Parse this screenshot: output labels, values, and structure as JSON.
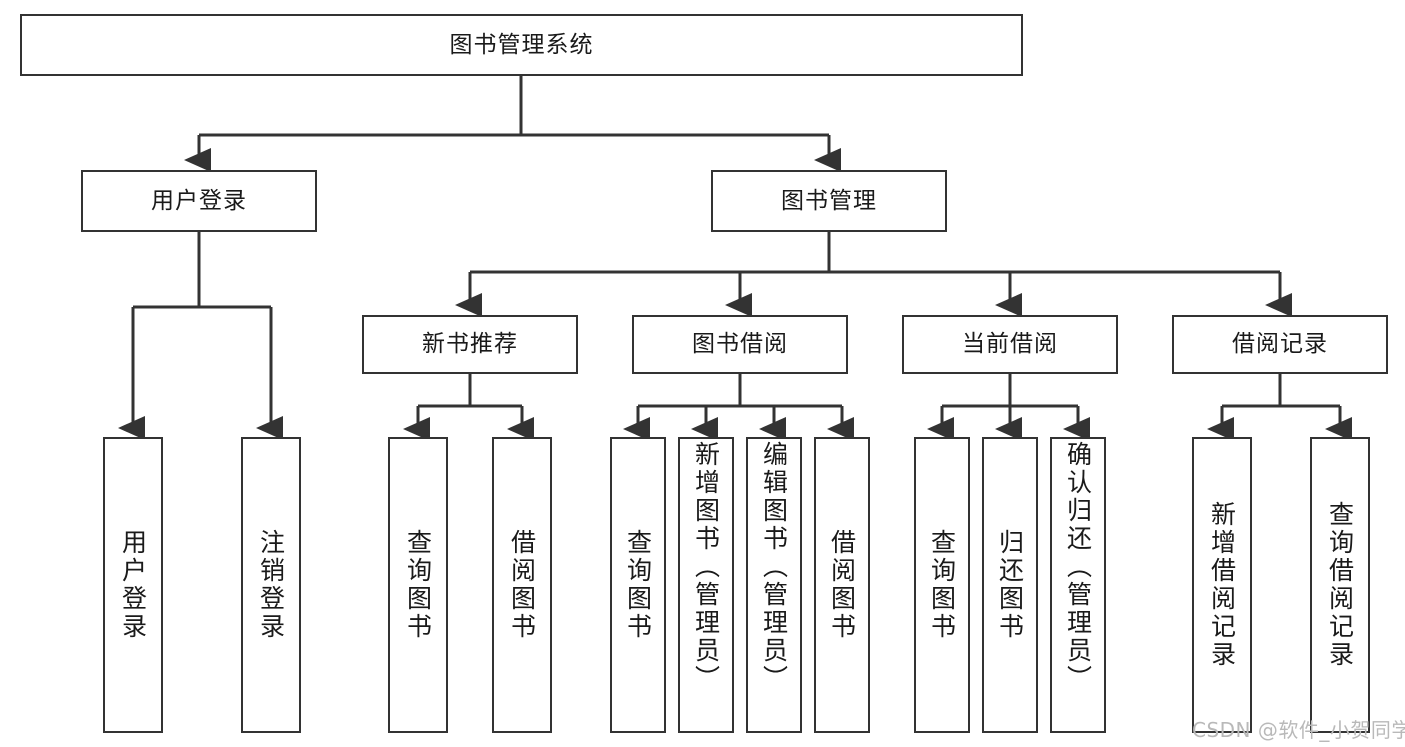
{
  "diagram": {
    "title": "图书管理系统",
    "type": "hierarchy-tree",
    "watermark": "CSDN @软件_小贺同学",
    "colors": {
      "box_stroke": "#333333",
      "box_fill": "#ffffff",
      "connector": "#333333",
      "text": "#1a1a1a",
      "watermark": "#b9b9b9",
      "background": "#ffffff"
    },
    "levels": {
      "root": {
        "label": "图书管理系统"
      },
      "level2": [
        {
          "label": "用户登录"
        },
        {
          "label": "图书管理"
        }
      ],
      "level3": [
        {
          "label": "新书推荐"
        },
        {
          "label": "图书借阅"
        },
        {
          "label": "当前借阅"
        },
        {
          "label": "借阅记录"
        }
      ],
      "leaves": {
        "user_login": [
          {
            "label": "用户登录"
          },
          {
            "label": "注销登录"
          }
        ],
        "new_book_recommend": [
          {
            "label": "查询图书"
          },
          {
            "label": "借阅图书"
          }
        ],
        "book_borrow": [
          {
            "label": "查询图书"
          },
          {
            "label": "新增图书（管理员）"
          },
          {
            "label": "编辑图书（管理员）"
          },
          {
            "label": "借阅图书"
          }
        ],
        "current_borrow": [
          {
            "label": "查询图书"
          },
          {
            "label": "归还图书"
          },
          {
            "label": "确认归还（管理员）"
          }
        ],
        "borrow_record": [
          {
            "label": "新增借阅记录"
          },
          {
            "label": "查询借阅记录"
          }
        ]
      }
    }
  }
}
